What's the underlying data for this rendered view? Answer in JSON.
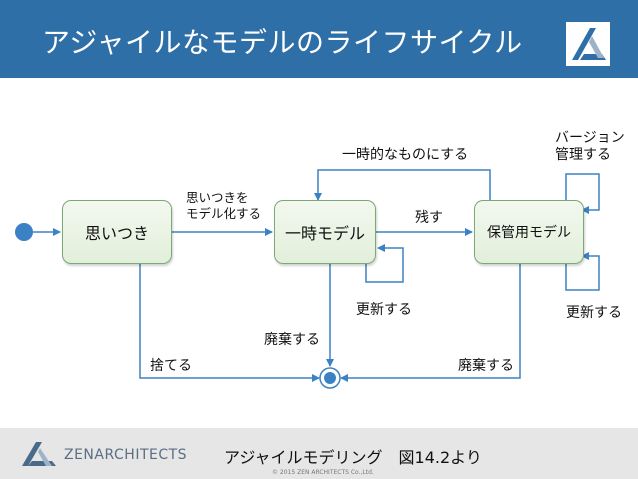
{
  "header": {
    "title": "アジャイルなモデルのライフサイクル"
  },
  "nodes": {
    "idea": "思いつき",
    "temp": "一時モデル",
    "kept": "保管用モデル"
  },
  "edges": {
    "idea_to_temp": "思いつきを\nモデル化する",
    "temp_to_kept": "残す",
    "kept_to_temp": "一時的なものにする",
    "temp_self": "更新する",
    "kept_self_update": "更新する",
    "kept_self_version": "バージョン\n管理する",
    "idea_discard": "捨てる",
    "temp_discard": "廃棄する",
    "kept_discard": "廃棄する"
  },
  "footer": {
    "company": "ZENARCHITECTS",
    "caption": "アジャイルモデリング　図14.2より",
    "copyright": "© 2015 ZEN ARCHITECTS Co.,Ltd."
  },
  "colors": {
    "header_bg": "#2e6fa7",
    "arrow": "#3b82c4",
    "node_fill": "#e2efdb",
    "footer_bg": "#e6e6e6"
  }
}
